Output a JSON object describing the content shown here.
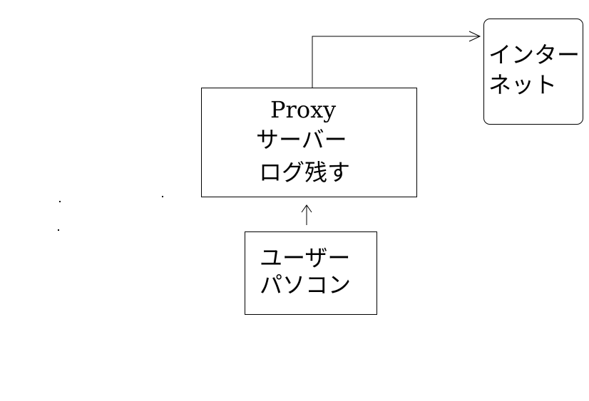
{
  "diagram": {
    "nodes": {
      "internet": {
        "lines": [
          "インター",
          "ネット"
        ]
      },
      "proxy": {
        "lines": [
          "Proxy",
          "サーバー",
          "ログ残す"
        ]
      },
      "user": {
        "lines": [
          "ユーザー",
          "パソコン"
        ]
      }
    },
    "edges": [
      {
        "from": "user",
        "to": "proxy"
      },
      {
        "from": "proxy",
        "to": "internet"
      }
    ]
  }
}
